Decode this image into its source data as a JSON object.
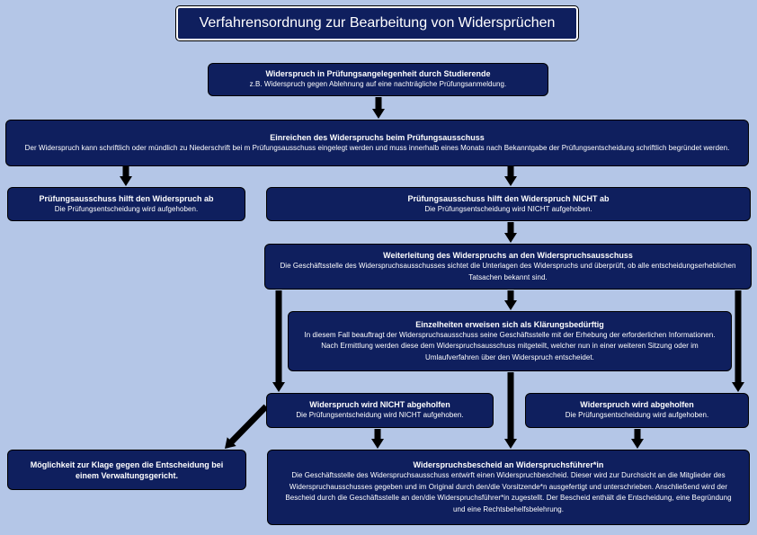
{
  "title": "Verfahrensordnung zur Bearbeitung von Widersprüchen",
  "boxes": {
    "widerspruch": {
      "title": "Widerspruch in Prüfungsangelegenheit durch Studierende",
      "text": "z.B. Widerspruch gegen Ablehnung auf eine nachträgliche Prüfungsanmeldung."
    },
    "einreichen": {
      "title": "Einreichen des Widerspruchs beim Prüfungsausschuss",
      "text": "Der Widerspruch kann schriftlich oder mündlich zu Niederschrift bei m Prüfungsausschuss eingelegt werden und muss innerhalb eines Monats nach Bekanntgabe der Prüfungsentscheidung schriftlich begründet werden."
    },
    "pa_hilft": {
      "title": "Prüfungsausschuss hilft den Widerspruch ab",
      "text": "Die Prüfungsentscheidung wird aufgehoben."
    },
    "pa_hilft_nicht": {
      "title": "Prüfungsausschuss hilft den Widerspruch NICHT ab",
      "text": "Die Prüfungsentscheidung wird NICHT aufgehoben."
    },
    "weiterleitung": {
      "title": "Weiterleitung des Widerspruchs an den Widerspruchsausschuss",
      "text": "Die Geschäftsstelle des Widerspruchsausschusses sichtet die Unterlagen des Widerspruchs und überprüft, ob alle entscheidungserheblichen Tatsachen bekannt sind."
    },
    "einzelheiten": {
      "title": "Einzelheiten erweisen sich als Klärungsbedürftig",
      "text": "In diesem Fall beauftragt der Widerspruchsausschuss seine Geschäftsstelle mit der Erhebung der erforderlichen Informationen. Nach Ermittlung werden diese dem Widerspruchsausschuss mitgeteilt, welcher nun in einer weiteren Sitzung oder im Umlaufverfahren über den Widerspruch entscheidet."
    },
    "nicht_abgeholfen": {
      "title": "Widerspruch wird NICHT abgeholfen",
      "text": "Die Prüfungsentscheidung wird NICHT aufgehoben."
    },
    "abgeholfen": {
      "title": "Widerspruch wird abgeholfen",
      "text": "Die Prüfungsentscheidung wird aufgehoben."
    },
    "klage": {
      "title": "Möglichkeit zur Klage gegen die Entscheidung bei einem Verwaltungsgericht."
    },
    "bescheid": {
      "title": "Widerspruchsbescheid an Widerspruchsführer*in",
      "text": "Die Geschäftsstelle des Widerspruchsausschuss entwirft einen Widerspruchbescheid. Dieser wird zur Durchsicht an die Mitglieder des Widerspruchausschusses gegeben und im Original durch den/die Vorsitzende*n ausgefertigt und unterschrieben. Anschließend wird der Bescheid durch die Geschäftsstelle an den/die Widerspruchsführer*in zugestellt. Der Bescheid enthält die Entscheidung, eine Begründung und eine Rechtsbehelfsbelehrung."
    }
  }
}
